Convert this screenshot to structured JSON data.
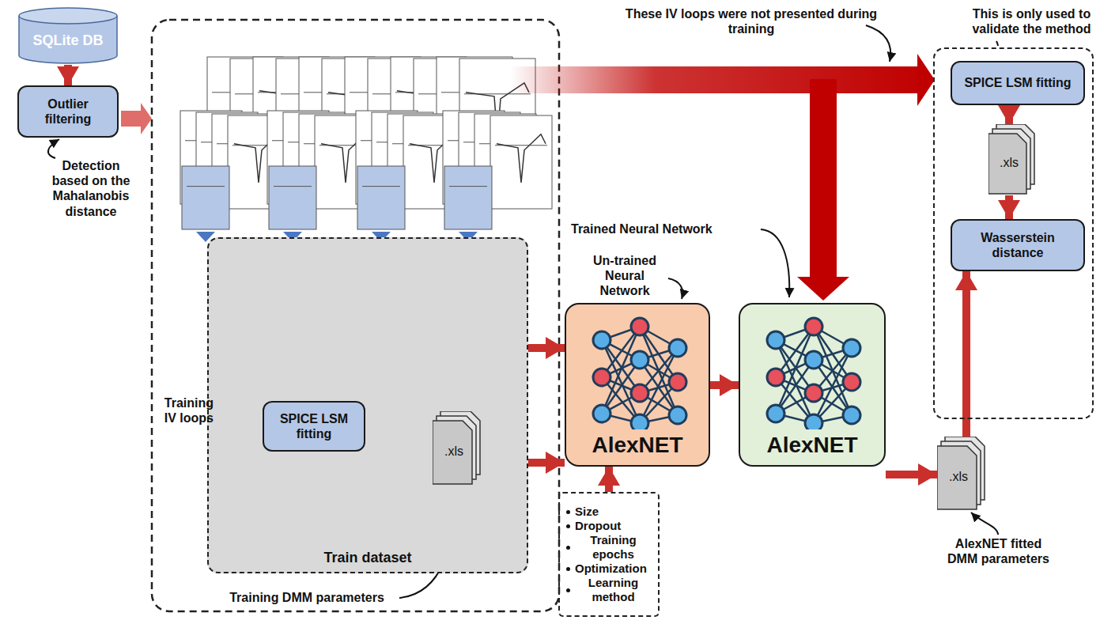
{
  "diagram": {
    "nodes": [
      {
        "text": [
          "SQLite DB"
        ]
      },
      {
        "text": [
          "Outlier filtering"
        ]
      },
      {
        "text": [
          "Train dataset"
        ]
      },
      {
        "text": [
          "SPICE LSM fitting"
        ],
        "in": 2
      },
      {
        "text": [
          ".xls"
        ],
        "in": 2
      },
      {
        "text": [
          "AlexNET"
        ]
      },
      {
        "text": [
          "AlexNET"
        ]
      },
      {
        "text": [
          ".xls"
        ]
      },
      {
        "text": [
          "This is only used to validate the method"
        ]
      },
      {
        "text": [
          "SPICE LSM fitting"
        ],
        "in": 8
      },
      {
        "text": [
          ".xls"
        ],
        "in": 8
      },
      {
        "text": [
          "Wasserstein distance"
        ],
        "in": 8
      },
      {
        "text": [
          "Size",
          "Dropout",
          "Training epochs",
          "Optimization",
          "Learning method"
        ]
      }
    ],
    "edges": [
      {
        "from": 0,
        "to": 1,
        "arrow": "to"
      },
      {
        "from": 3,
        "to": 4,
        "arrow": "to"
      },
      {
        "from": 2,
        "to": 5,
        "arrow": "to"
      },
      {
        "from": 4,
        "to": 5,
        "arrow": "to"
      },
      {
        "from": 12,
        "to": 5,
        "arrow": "to"
      },
      {
        "from": 5,
        "to": 6,
        "arrow": "to"
      },
      {
        "from": 6,
        "to": 7,
        "arrow": "to"
      },
      {
        "from": 7,
        "to": 11,
        "arrow": "to"
      },
      {
        "from": 9,
        "to": 10,
        "arrow": "to"
      },
      {
        "from": 10,
        "to": 11,
        "arrow": "to"
      }
    ],
    "labels": [
      "These IV loops were not presented during training",
      "Detection based on the Mahalanobis distance",
      "Training IV loops",
      "Training DMM parameters",
      "Trained Neural Network",
      "Un-trained Neural Network",
      "AlexNET fitted DMM parameters"
    ]
  }
}
